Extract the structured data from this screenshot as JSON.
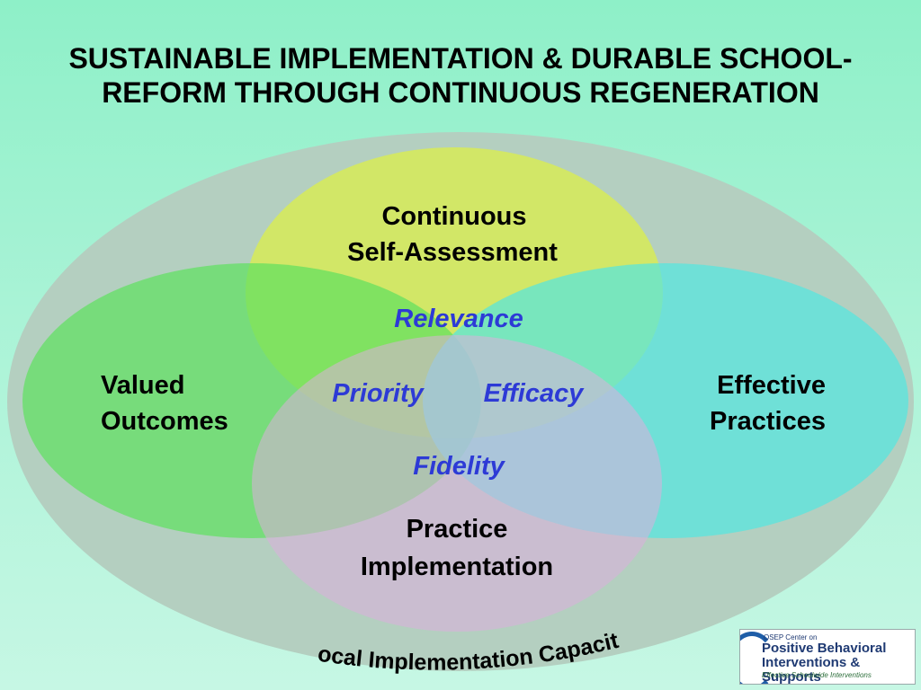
{
  "title": "SUSTAINABLE IMPLEMENTATION & DURABLE SCHOOL-\nREFORM THROUGH CONTINUOUS REGENERATION",
  "circles": {
    "self_assessment": {
      "line1": "Continuous",
      "line2": "Self-Assessment",
      "color": "#d6ea5a"
    },
    "valued_outcomes": {
      "line1": "Valued",
      "line2": "Outcomes",
      "color": "#5fe060"
    },
    "effective_practices": {
      "line1": "Effective",
      "line2": "Practices",
      "color": "#55e6df"
    },
    "practice_implementation": {
      "line1": "Practice",
      "line2": "Implementation",
      "color": "#dcaedd"
    }
  },
  "intersections": {
    "relevance": "Relevance",
    "priority": "Priority",
    "efficacy": "Efficacy",
    "fidelity": "Fidelity"
  },
  "outer_label": "Local Implementation Capacity",
  "outer_color": "#b4cfc0",
  "label_color": "#2d3ad6",
  "logo": {
    "line1": "OSEP Center on",
    "line2": "Positive Behavioral",
    "line3": "Interventions & Supports",
    "line4": "Effective Schoolwide Interventions"
  }
}
